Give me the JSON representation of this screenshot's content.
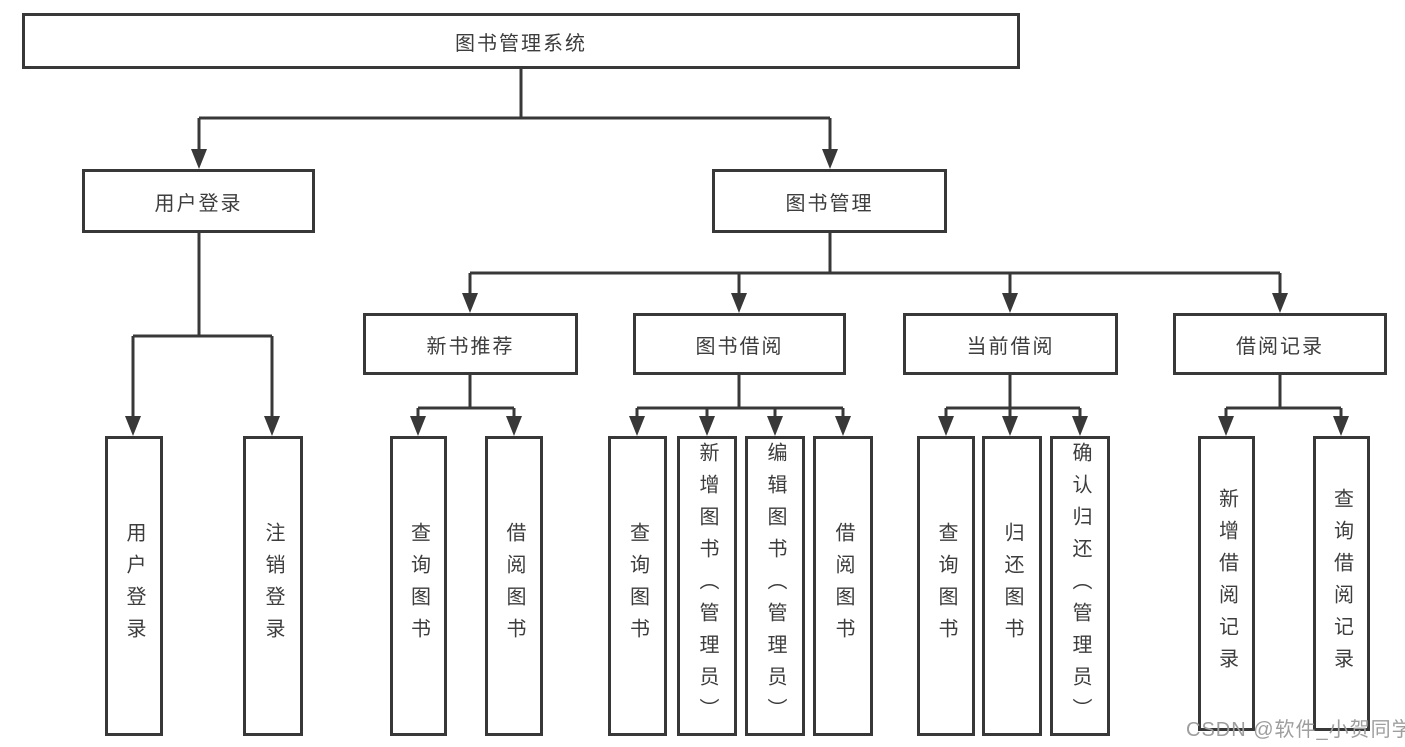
{
  "diagram": {
    "type": "hierarchy-tree",
    "tree": {
      "root": "图书管理系统",
      "children": [
        {
          "label": "用户登录",
          "children": [
            "用户登录",
            "注销登录"
          ]
        },
        {
          "label": "图书管理",
          "children": [
            {
              "label": "新书推荐",
              "children": [
                "查询图书",
                "借阅图书"
              ]
            },
            {
              "label": "图书借阅",
              "children": [
                "查询图书",
                "新增图书（管理员）",
                "编辑图书（管理员）",
                "借阅图书"
              ]
            },
            {
              "label": "当前借阅",
              "children": [
                "查询图书",
                "归还图书",
                "确认归还（管理员）"
              ]
            },
            {
              "label": "借阅记录",
              "children": [
                "新增借阅记录",
                "查询借阅记录"
              ]
            }
          ]
        }
      ]
    }
  },
  "watermark": {
    "text": "CSDN @软件_小贺同学"
  },
  "colors": {
    "line": "#383838",
    "box_border": "#383838",
    "text": "#3d3d3d",
    "watermark": "#9e9e9e",
    "background": "#ffffff"
  }
}
